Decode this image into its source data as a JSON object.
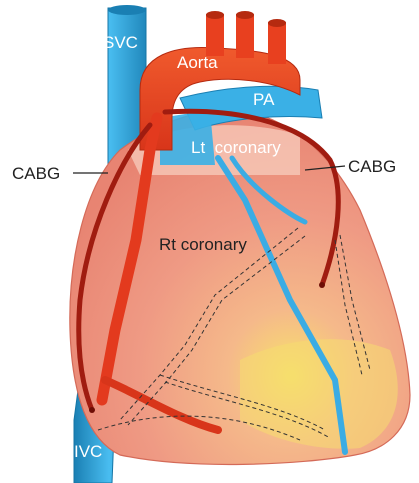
{
  "labels": {
    "svc": "SVC",
    "aorta": "Aorta",
    "pa": "PA",
    "lt_coronary": "Lt  coronary",
    "rt_coronary": "Rt coronary",
    "cabg_left": "CABG",
    "cabg_right": "CABG",
    "ivc": "IVC"
  },
  "colors": {
    "vein": "#2ea6dc",
    "vein_dark": "#1a7fb3",
    "artery": "#e8401f",
    "artery_dark": "#b52a10",
    "graft": "#a01c10",
    "heart": "#f2a08a",
    "heart_light": "#f8c7b0",
    "heart_yellow": "#f7e26a"
  }
}
